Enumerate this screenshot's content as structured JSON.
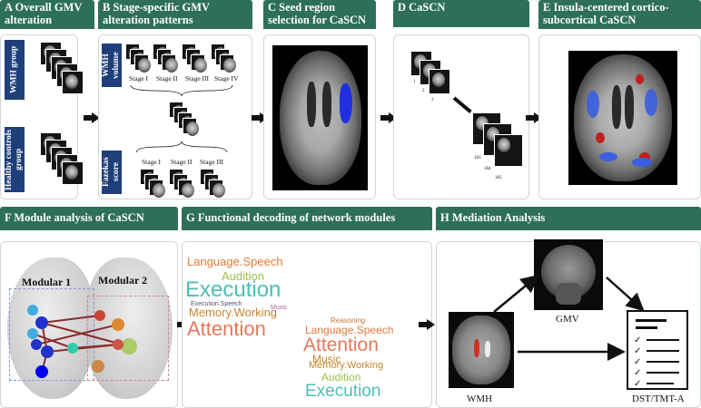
{
  "panels": {
    "a": {
      "title_line1": "A Overall GMV",
      "title_line2": "alteration",
      "label_wmh": "WMH group",
      "label_hc": "Healthy controls group"
    },
    "b": {
      "title_line1": "B Stage-specific GMV",
      "title_line2": "alteration patterns",
      "wmh_volume": "WMH volume",
      "fazekas": "Fazekas score",
      "top_stages": [
        "Stage I",
        "Stage II",
        "Stage III",
        "Stage IV"
      ],
      "bottom_stages": [
        "Stage I",
        "Stage II",
        "Stage III"
      ]
    },
    "c": {
      "title_line1": "C Seed region",
      "title_line2": "selection for CaSCN"
    },
    "d": {
      "title": "D CaSCN",
      "num1": "1",
      "num2": "2",
      "num3": "3",
      "num4": "183",
      "num5": "184",
      "num6": "185"
    },
    "e": {
      "title_line1": "E Insula-centered cortico-",
      "title_line2": "subcortical CaSCN"
    },
    "f": {
      "title": "F Module analysis of CaSCN",
      "mod1": "Modular 1",
      "mod2": "Modular 2"
    },
    "g": {
      "title": "G Functional decoding of network modules",
      "cloud1": {
        "w1": "Language.Speech",
        "w2": "Audition",
        "w3": "Execution",
        "w4": "Memory.Working",
        "w5": "Attention",
        "w6": "Execution.Speech",
        "w7": "Music"
      },
      "cloud2": {
        "w1": "Language.Speech",
        "w2": "Attention",
        "w3": "Music",
        "w4": "Memory.Working",
        "w5": "Audition",
        "w6": "Execution",
        "w7": "Reasoning"
      }
    },
    "h": {
      "title": "H Mediation Analysis",
      "wmh": "WMH",
      "gmv": "GMV",
      "outcome": "DST/TMT-A"
    }
  }
}
